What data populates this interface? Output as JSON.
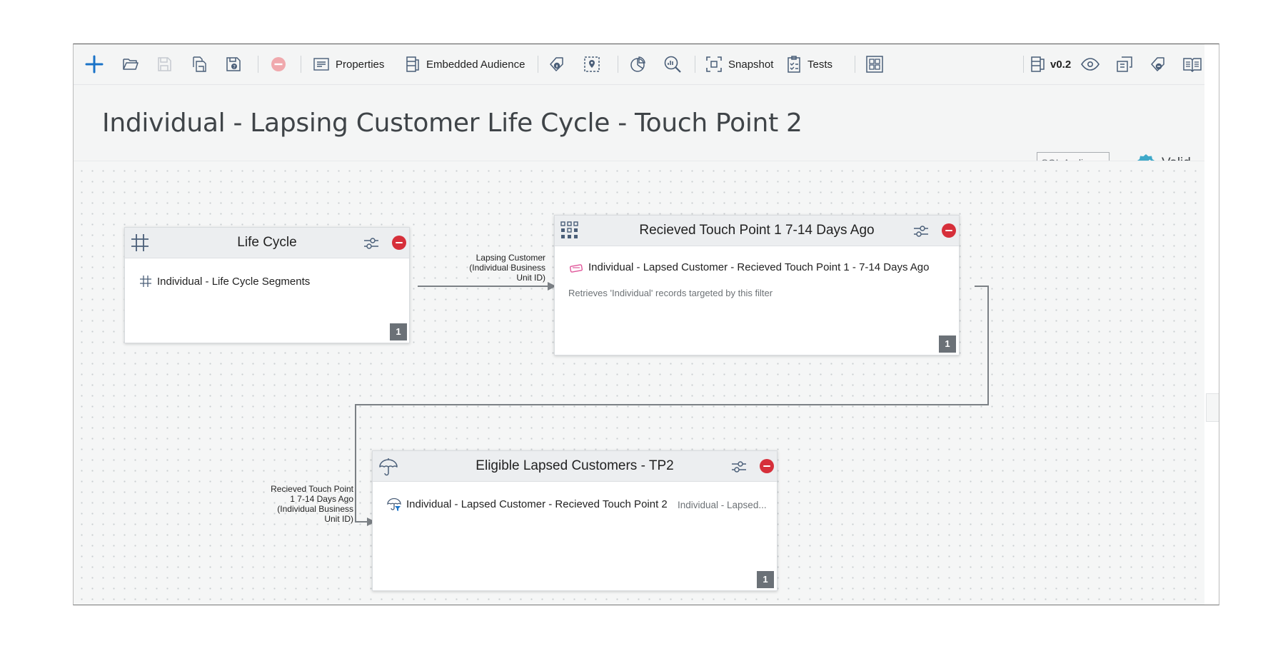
{
  "toolbar": {
    "properties_label": "Properties",
    "embedded_audience_label": "Embedded Audience",
    "snapshot_label": "Snapshot",
    "tests_label": "Tests",
    "version_label": "v0.2"
  },
  "header": {
    "title": "Individual - Lapsing Customer Life Cycle - Touch Point 2",
    "sql_button_label": "SQL Audience",
    "status_label": "Valid"
  },
  "nodes": {
    "life_cycle": {
      "title": "Life Cycle",
      "item_label": "Individual - Life Cycle Segments",
      "badge": "1"
    },
    "touch_point": {
      "title": "Recieved Touch Point 1 7-14 Days Ago",
      "item_label": "Individual - Lapsed Customer - Recieved Touch Point 1 - 7-14 Days Ago",
      "description": "Retrieves 'Individual' records targeted by this filter",
      "badge": "1"
    },
    "eligible": {
      "title": "Eligible Lapsed Customers - TP2",
      "item_label": "Individual - Lapsed Customer - Recieved Touch Point 2",
      "item_extra": "Individual - Lapsed...",
      "badge": "1"
    }
  },
  "edges": {
    "edge1_label": "Lapsing Customer\n(Individual Business\nUnit ID)",
    "edge2_label": "Recieved Touch Point\n1 7-14 Days Ago\n(Individual Business\nUnit ID)"
  },
  "colors": {
    "accent_blue": "#1a73c8",
    "icon_gray": "#4a5e78",
    "remove_red": "#d62f3a",
    "valid_teal": "#3fa9c9"
  }
}
